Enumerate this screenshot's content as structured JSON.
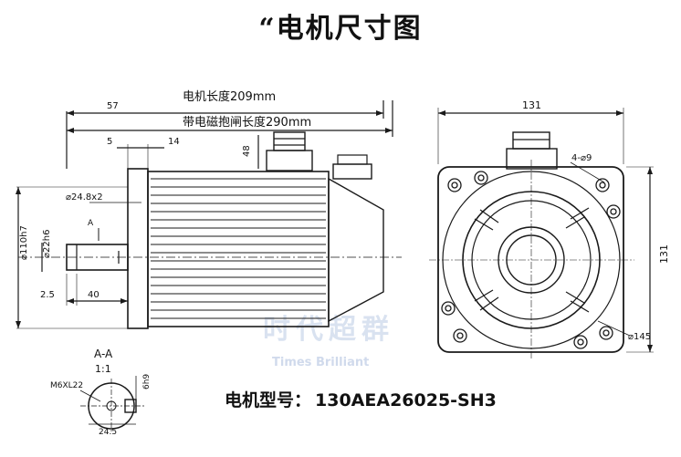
{
  "title": "“电机尺寸图",
  "model": {
    "label": "电机型号：",
    "value": "130AEA26025-SH3"
  },
  "watermark": {
    "cn": "时代超群",
    "en": "Times Brilliant"
  },
  "side_view": {
    "length_motor": "电机长度209mm",
    "length_brake": "带电磁抱闸长度290mm",
    "dim_57": "57",
    "dim_5": "5",
    "dim_14": "14",
    "dim_48": "48",
    "dim_bolt": "⌀24.8x2",
    "dim_flange": "⌀110h7",
    "dim_shaft": "⌀22h6",
    "dim_2_5": "2.5",
    "dim_40": "40",
    "section_mark": "A"
  },
  "section": {
    "title": "A-A",
    "scale": "1:1",
    "thread": "M6XL22",
    "key_width": "6h9",
    "key_depth": "24.5"
  },
  "front_view": {
    "dim_131_top": "131",
    "dim_131_side": "131",
    "holes": "4-⌀9",
    "pcd": "⌀145"
  },
  "colors": {
    "line": "#1a1a1a",
    "watermark": "#8aa0c8"
  }
}
